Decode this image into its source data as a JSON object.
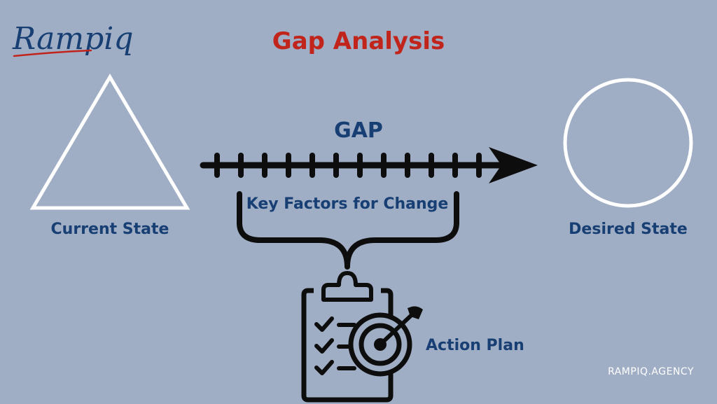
{
  "colors": {
    "background": "#a0aec5",
    "title": "#c0241b",
    "label": "#173f73",
    "outline": "#ffffff",
    "ink": "#0d0d0d",
    "logo_underline": "#c0241b",
    "footer": "#ffffff"
  },
  "logo": {
    "text": "Rampiq"
  },
  "title": "Gap Analysis",
  "current_state": {
    "label": "Current State",
    "shape": "triangle"
  },
  "desired_state": {
    "label": "Desired State",
    "shape": "circle"
  },
  "gap": {
    "label": "GAP",
    "tick_count": 12
  },
  "key_factors": {
    "label": "Key Factors for Change"
  },
  "action_plan": {
    "label": "Action Plan",
    "icons": [
      "clipboard-icon",
      "checkmark-icon",
      "target-icon",
      "dart-icon"
    ]
  },
  "footer": {
    "text": "RAMPIQ.AGENCY"
  }
}
